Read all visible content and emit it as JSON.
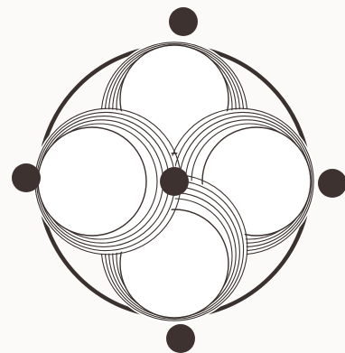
{
  "figure": {
    "colors": {
      "paper": "#fbfaf8",
      "ink": "#3a302d",
      "dot": "#3d3230",
      "ring_fill": "#ffffff"
    },
    "rings_per_crescent": 5,
    "crescents": [
      {
        "name": "crescent-top",
        "direction": "up"
      },
      {
        "name": "crescent-right",
        "direction": "right"
      },
      {
        "name": "crescent-bottom",
        "direction": "down"
      },
      {
        "name": "crescent-left",
        "direction": "left"
      }
    ],
    "dots": [
      {
        "name": "center-dot"
      },
      {
        "name": "top-dot"
      },
      {
        "name": "right-dot"
      },
      {
        "name": "bottom-dot"
      },
      {
        "name": "left-dot"
      }
    ]
  }
}
